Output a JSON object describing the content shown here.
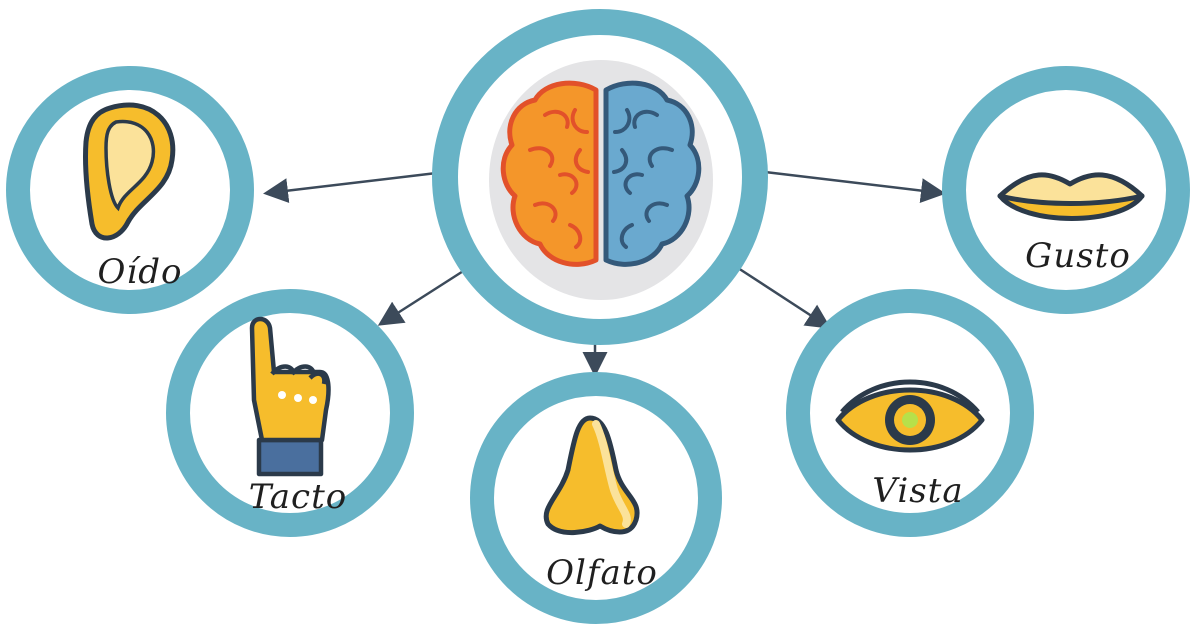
{
  "colors": {
    "ring": "#68b3c6",
    "outline": "#2b3a4a",
    "yellow": "#f6bd2c",
    "yellow_light": "#fbe29a",
    "brain_left": "#f4962a",
    "brain_left_stroke": "#e2512a",
    "brain_right": "#6aa9cf",
    "brain_right_stroke": "#34597a",
    "cuff": "#4a6f9e",
    "arrow": "#3c4a5a",
    "iris_green": "#b7e04a"
  },
  "senses": {
    "oido": {
      "label": "Oído",
      "icon": "ear-icon"
    },
    "tacto": {
      "label": "Tacto",
      "icon": "hand-icon"
    },
    "olfato": {
      "label": "Olfato",
      "icon": "nose-icon"
    },
    "vista": {
      "label": "Vista",
      "icon": "eye-icon"
    },
    "gusto": {
      "label": "Gusto",
      "icon": "lips-icon"
    }
  },
  "center": {
    "icon": "brain-icon"
  }
}
